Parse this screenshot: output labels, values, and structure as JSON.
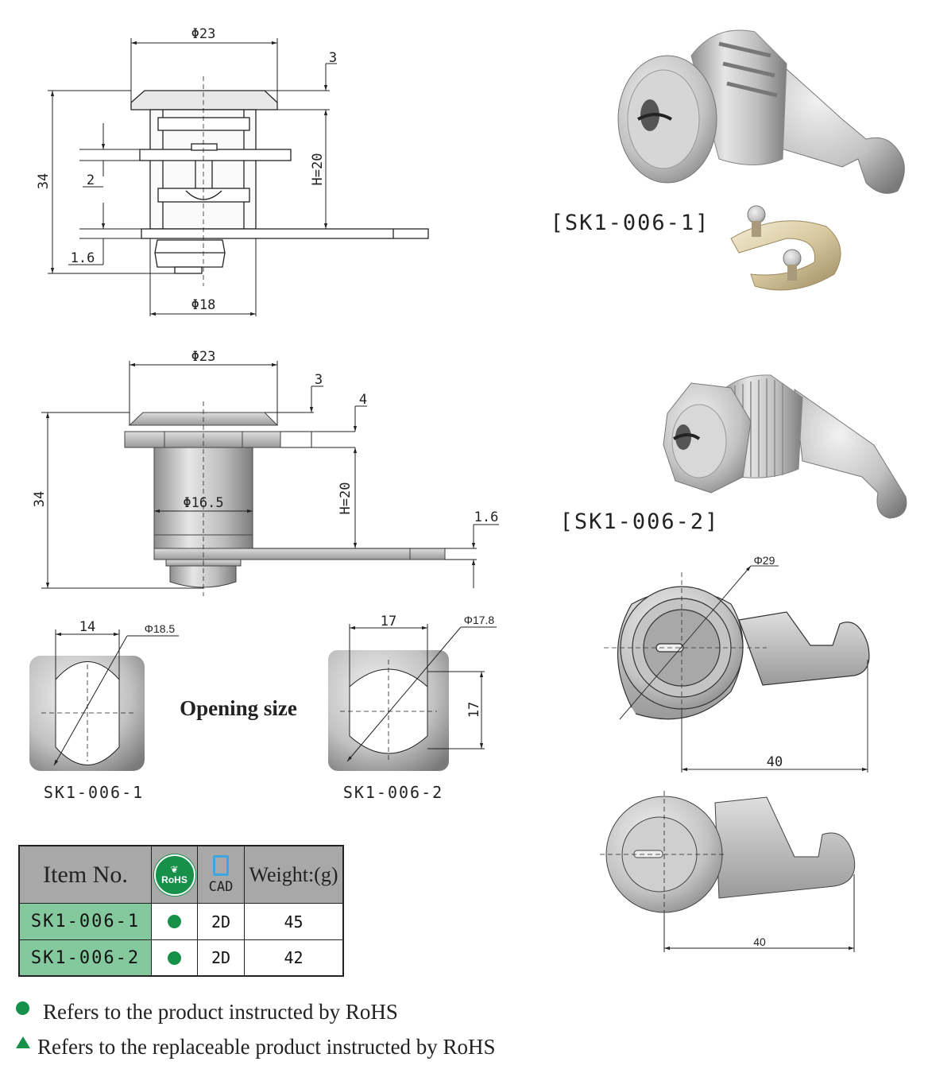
{
  "drawing1": {
    "dim_top": "Φ23",
    "dim_cap": "3",
    "dim_height": "34",
    "dim_gap": "2",
    "dim_h": "H=20",
    "dim_plate": "1.6",
    "dim_bottom": "Φ18"
  },
  "drawing2": {
    "dim_top": "Φ23",
    "dim_cap": "3",
    "dim_flange": "4",
    "dim_height": "34",
    "dim_body": "Φ16.5",
    "dim_h": "H=20",
    "dim_plate": "1.6"
  },
  "photo1": {
    "label": "[SK1-006-1]"
  },
  "photo2": {
    "label": "[SK1-006-2]"
  },
  "front_view1": {
    "dim_dia": "Φ29",
    "dim_len": "40"
  },
  "front_view2": {
    "dim_len": "40"
  },
  "opening": {
    "title": "Opening size",
    "hole1": {
      "width": "14",
      "dia": "Φ18.5",
      "name": "SK1-006-1"
    },
    "hole2": {
      "width": "17",
      "dia": "Φ17.8",
      "height": "17",
      "name": "SK1-006-2"
    }
  },
  "table": {
    "header_item": "Item No.",
    "rohs_badge": "RoHS",
    "cad_label": "CAD",
    "header_weight": "Weight:(g)",
    "rows": [
      {
        "item": "SK1-006-1",
        "cad": "2D",
        "weight": "45"
      },
      {
        "item": "SK1-006-2",
        "cad": "2D",
        "weight": "42"
      }
    ]
  },
  "legend": {
    "dot_text": "Refers to the product instructed by RoHS",
    "triangle_text": "Refers to the replaceable product instructed by RoHS"
  },
  "colors": {
    "rohs_green": "#17914a",
    "row_green": "#84c99d",
    "header_gray": "#a8a8a8",
    "cad_blue": "#3da6e0"
  }
}
